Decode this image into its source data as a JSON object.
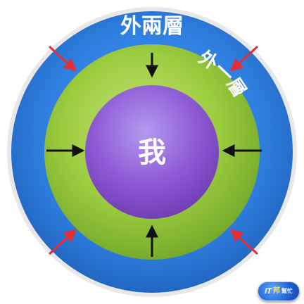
{
  "labels": {
    "outer": "外兩層",
    "middle": "外一層",
    "center": "我"
  },
  "badge": {
    "part1": "IT",
    "part2": "邦",
    "part3": "幫忙"
  },
  "colors": {
    "outer_ring": "#2f7fe0",
    "middle_ring": "#9ccc3f",
    "center_circle": "#8e5bd5",
    "arrow_black": "#111111",
    "arrow_red": "#e62d36"
  }
}
